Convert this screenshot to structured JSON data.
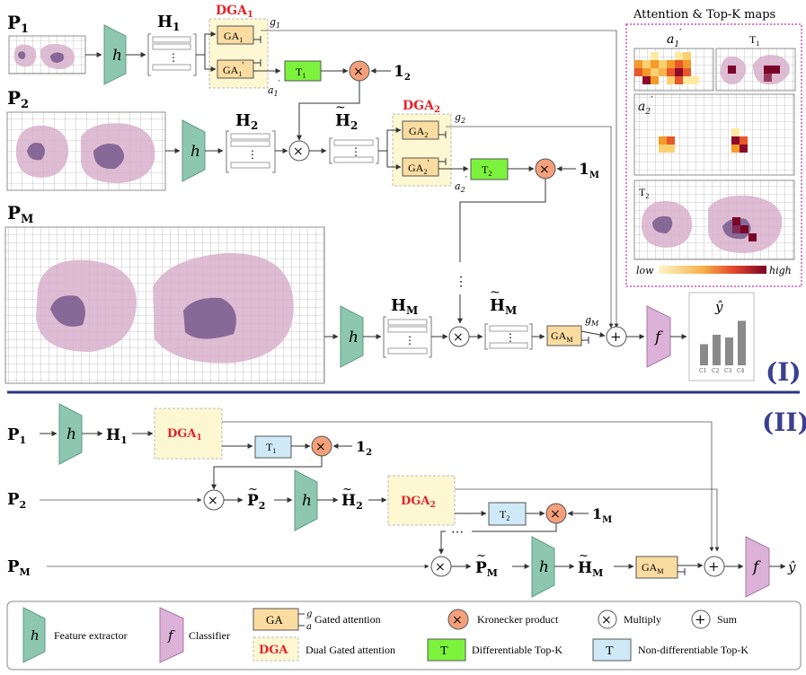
{
  "colors": {
    "extractor_fill": "#8ec7b0",
    "classifier_fill": "#dcb2d9",
    "ga_fill": "#fbdca0",
    "dga_fill": "#fdf7d2",
    "dga_title": "#e3242b",
    "topk_diff": "#7cf23c",
    "topk_nondiff": "#cfe9f7",
    "kronecker": "#f4a07a",
    "tissue": "#d8b0cb",
    "tissue_core": "#7c5f8f",
    "separator": "#2a3580",
    "section_label": "#3b3f8f",
    "attention_box": "#c22fb0",
    "attn_low": "#fdf4c8",
    "attn_mid": "#f39a2a",
    "attn_high": "#8c0b2a"
  },
  "part1": {
    "label": "(I)",
    "p1": "P",
    "p1_sub": "1",
    "p2": "P",
    "p2_sub": "2",
    "pm": "P",
    "pm_sub": "M",
    "h": "h",
    "h1": "H",
    "h1_sub": "1",
    "h2": "H",
    "h2_sub": "2",
    "hm": "H",
    "hm_sub": "M",
    "h2_tilde": "H",
    "h2_tilde_sub": "2",
    "hm_tilde": "H",
    "hm_tilde_sub": "M",
    "dga1": "DGA",
    "dga1_sub": "1",
    "dga2": "DGA",
    "dga2_sub": "2",
    "ga1": "GA",
    "ga1_sub": "1",
    "ga1p": "GA",
    "ga1p_sub": "1",
    "ga2": "GA",
    "ga2_sub": "2",
    "ga2p": "GA",
    "ga2p_sub": "2",
    "gam": "GA",
    "gam_sub": "M",
    "g1": "g",
    "g1_sub": "1",
    "g2": "g",
    "g2_sub": "2",
    "gm": "g",
    "gm_sub": "M",
    "a1": "a",
    "a1_sub": "1",
    "a2": "a",
    "a2_sub": "2",
    "t1": "T",
    "t1_sub": "1",
    "t2": "T",
    "t2_sub": "2",
    "one2": "1",
    "one2_sub": "2",
    "onem": "1",
    "onem_sub": "M",
    "f": "f",
    "dots": "⋮",
    "yhat": "ŷ",
    "chart_categories": [
      "C1",
      "C2",
      "C3",
      "C4"
    ],
    "chart_values": [
      0.38,
      0.55,
      0.5,
      0.8
    ]
  },
  "attention_panel": {
    "title": "Attention & Top-K maps",
    "a1": "a",
    "a1_sub": "1",
    "t1": "T",
    "t1_sub": "1",
    "a2": "a",
    "a2_sub": "2",
    "t2": "T",
    "t2_sub": "2",
    "low": "low",
    "high": "high"
  },
  "part2": {
    "label": "(II)",
    "p1": "P",
    "p1_sub": "1",
    "p2": "P",
    "p2_sub": "2",
    "pm": "P",
    "pm_sub": "M",
    "h": "h",
    "h1": "H",
    "h1_sub": "1",
    "h2_tilde": "H",
    "h2_tilde_sub": "2",
    "hm_tilde": "H",
    "hm_tilde_sub": "M",
    "p2_tilde": "P",
    "p2_tilde_sub": "2",
    "pm_tilde": "P",
    "pm_tilde_sub": "M",
    "dga1": "DGA",
    "dga1_sub": "1",
    "dga2": "DGA",
    "dga2_sub": "2",
    "t1": "T",
    "t1_sub": "1",
    "t2": "T",
    "t2_sub": "2",
    "one2": "1",
    "one2_sub": "2",
    "onem": "1",
    "onem_sub": "M",
    "gam": "GA",
    "gam_sub": "M",
    "f": "f",
    "dots": "⋯",
    "yhat": "ŷ"
  },
  "legend": {
    "h": "h",
    "feature_extractor": "Feature extractor",
    "f": "f",
    "classifier": "Classifier",
    "ga": "GA",
    "ga_g": "g",
    "ga_a": "a",
    "gated_attention": "Gated attention",
    "dga": "DGA",
    "dual_gated_attention": "Dual Gated attention",
    "kronecker": "Kronecker product",
    "multiply": "Multiply",
    "sum": "Sum",
    "t_diff": "T",
    "differentiable_topk": "Differentiable Top-K",
    "t_nondiff": "T",
    "non_differentiable_topk": "Non-differentiable Top-K"
  }
}
